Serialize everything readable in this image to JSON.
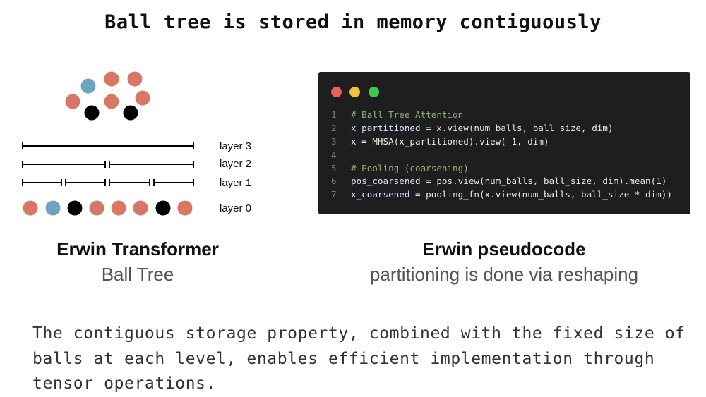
{
  "title": "Ball tree is stored in memory contiguously",
  "colors": {
    "salmon": "#d97766",
    "blue": "#6fa3c2",
    "black": "#000000",
    "code_bg": "#1e1e1e",
    "comment": "#8fb07a"
  },
  "tree": {
    "layers": [
      {
        "label": "layer 3"
      },
      {
        "label": "layer 2"
      },
      {
        "label": "layer 1"
      },
      {
        "label": "layer 0"
      }
    ],
    "layer0_points": [
      "salmon",
      "blue",
      "black",
      "salmon",
      "salmon",
      "salmon",
      "black",
      "salmon"
    ]
  },
  "left_caption": {
    "title": "Erwin Transformer",
    "subtitle": "Ball Tree"
  },
  "right_caption": {
    "title": "Erwin pseudocode",
    "subtitle": "partitioning is done via reshaping"
  },
  "code": {
    "window_dots": [
      "#ed5f57",
      "#f4be3e",
      "#3fc94b"
    ],
    "lines": [
      {
        "n": "1",
        "comment": "# Ball Tree Attention",
        "lhs": "",
        "rhs": ""
      },
      {
        "n": "2",
        "comment": "",
        "lhs": "x_partitioned",
        "rhs": " = x.view(num_balls, ball_size, dim)"
      },
      {
        "n": "3",
        "comment": "",
        "lhs": "x",
        "rhs": " = MHSA(x_partitioned).view(-1, dim)"
      },
      {
        "n": "4",
        "comment": "",
        "lhs": "",
        "rhs": ""
      },
      {
        "n": "5",
        "comment": "# Pooling (coarsening)",
        "lhs": "",
        "rhs": ""
      },
      {
        "n": "6",
        "comment": "",
        "lhs": "pos_coarsened",
        "rhs": " = pos.view(num_balls, ball_size, dim).mean(1)"
      },
      {
        "n": "7",
        "comment": "",
        "lhs": "x_coarsened",
        "rhs": " = pooling_fn(x.view(num_balls, ball_size * dim))"
      }
    ]
  },
  "footer": "The contiguous storage property, combined with the fixed size of balls at each level, enables efficient implementation through tensor operations."
}
